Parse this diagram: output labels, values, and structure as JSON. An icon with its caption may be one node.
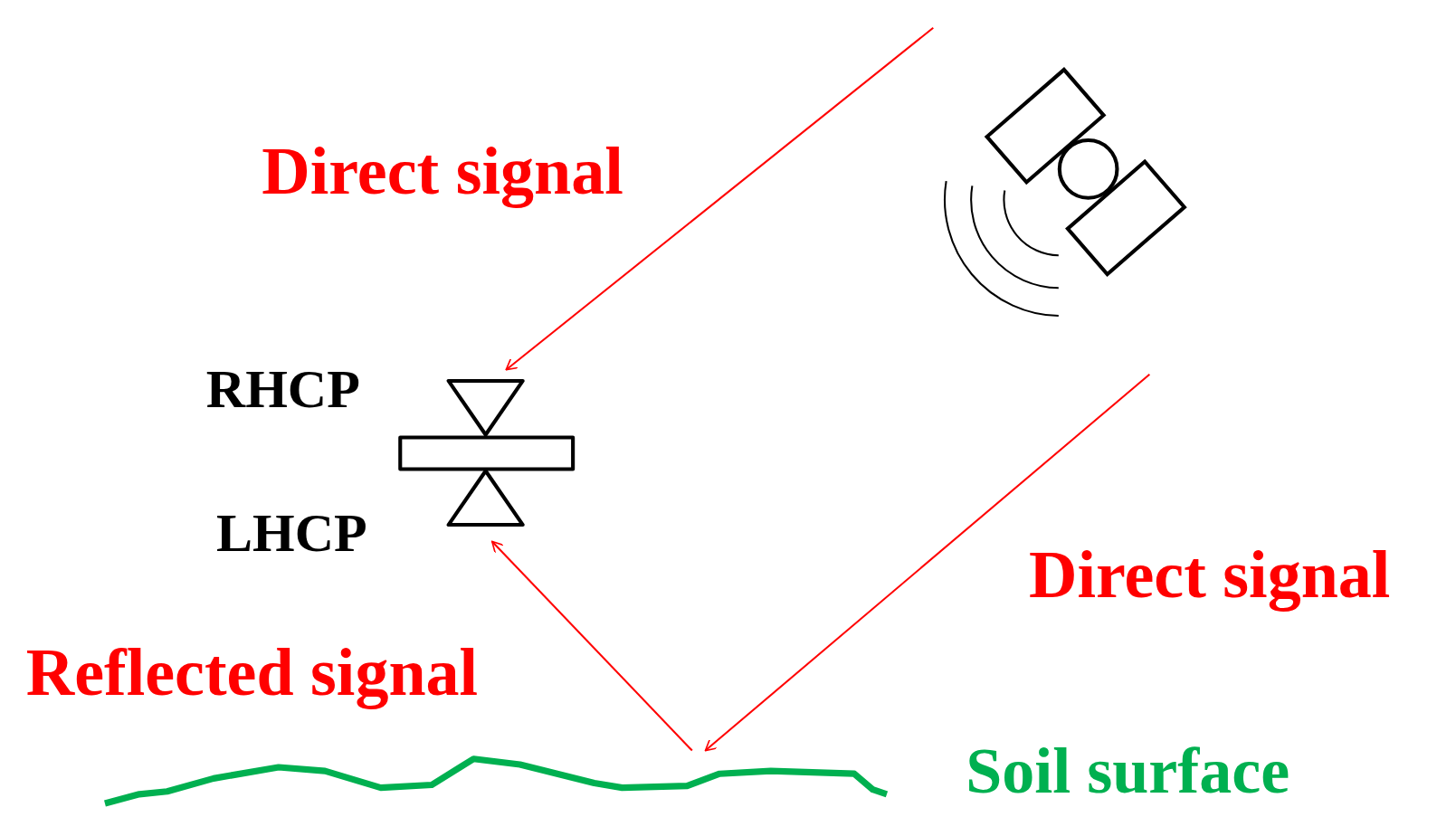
{
  "diagram": {
    "nodes": [
      {
        "text": [],
        "shape": "antenna",
        "beside": [
          "RHCP",
          "LHCP"
        ]
      },
      {
        "text": [],
        "shape": "line",
        "beside": [
          "Soil surface"
        ]
      }
    ],
    "edges": [
      {
        "from": null,
        "to": 0,
        "arrow": "to",
        "label": "Direct signal"
      },
      {
        "from": null,
        "to": 1,
        "arrow": "to",
        "label": "Direct signal"
      },
      {
        "from": 1,
        "to": 0,
        "arrow": "to",
        "label": "Reflected signal"
      }
    ]
  }
}
